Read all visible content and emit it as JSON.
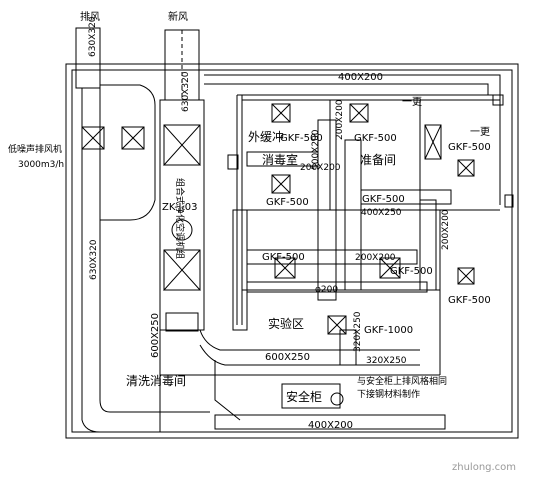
{
  "labels": {
    "exhaust_top": "排风",
    "fresh_air": "新风",
    "duct_630x320_top": "630X320",
    "duct_630x320_mid": "630X320",
    "duct_630x320_left": "630X320",
    "duct_400x200_top": "400X200",
    "duct_400x200_bottom": "400X200",
    "duct_200x200_a": "200X200",
    "duct_200x200_b": "200X200",
    "duct_200x200_c": "200X200",
    "duct_500x200_a": "500X200",
    "duct_400x250": "400X250",
    "duct_200x200_d": "200X200",
    "duct_600x250_v": "600X250",
    "duct_600x250_h": "600X250",
    "duct_320x250_v": "320X250",
    "duct_320x250_h": "320X250",
    "duct_phi200": "φ200",
    "gkf_1": "GKF-500",
    "gkf_2": "GKF-500",
    "gkf_3": "GKF-500",
    "gkf_4": "GKF-500",
    "gkf_5": "GKF-500",
    "gkf_6": "GKF-500",
    "gkf_7": "GKF-500",
    "gkf_8": "GKF-500",
    "gkf_9": "GKF-1000",
    "room_outer_buffer": "外缓冲",
    "room_disinfection": "消毒室",
    "room_prep": "准备间",
    "room_change1": "一更",
    "room_change2": "一更",
    "room_lab": "实验区",
    "room_wash": "清洗消毒间",
    "cabinet": "安全柜",
    "ahu_name": "组合式净化空调机组",
    "ahu_code": "ZK-J-03",
    "fan_label": "低噪声排风机",
    "fan_flow": "3000m3/h",
    "note_line1": "与安全柜上排风格相同",
    "note_line2": "下接钢材料制作",
    "watermark": "zhulong.com"
  }
}
